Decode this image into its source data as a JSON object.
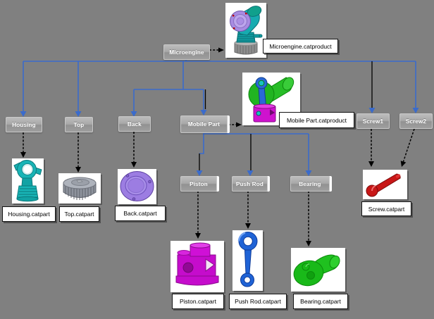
{
  "tree": {
    "root": {
      "label": "Microengine",
      "file": "Microengine.catproduct"
    },
    "children": [
      {
        "label": "Housing",
        "file": "Housing.catpart"
      },
      {
        "label": "Top",
        "file": "Top.catpart"
      },
      {
        "label": "Back",
        "file": "Back.catpart"
      },
      {
        "label": "Mobile Part",
        "file": "Mobile Part.catproduct",
        "children": [
          {
            "label": "Piston",
            "file": "Piston.catpart"
          },
          {
            "label": "Push Rod",
            "file": "Push Rod.catpart"
          },
          {
            "label": "Bearing",
            "file": "Bearing.catpart"
          }
        ]
      },
      {
        "label": "Screw1"
      },
      {
        "label": "Screw2"
      }
    ],
    "screws_shared_file": "Screw.catpart"
  },
  "colors": {
    "background": "#808080",
    "connector_blue": "#3a6bcc",
    "connector_black": "#000000",
    "node_text": "#ffffff",
    "file_label_bg": "#ffffff",
    "file_label_border": "#000000",
    "housing_teal": "#18b4b6",
    "top_gray": "#8e939d",
    "back_purple": "#9c7de2",
    "piston_magenta": "#c50ccc",
    "push_rod_blue": "#1f63d6",
    "bearing_green": "#19b919",
    "screw_red": "#c81717",
    "mobile_part_green": "#21b421",
    "microengine_teal": "#17abb0",
    "microengine_purple": "#a88ce2"
  }
}
